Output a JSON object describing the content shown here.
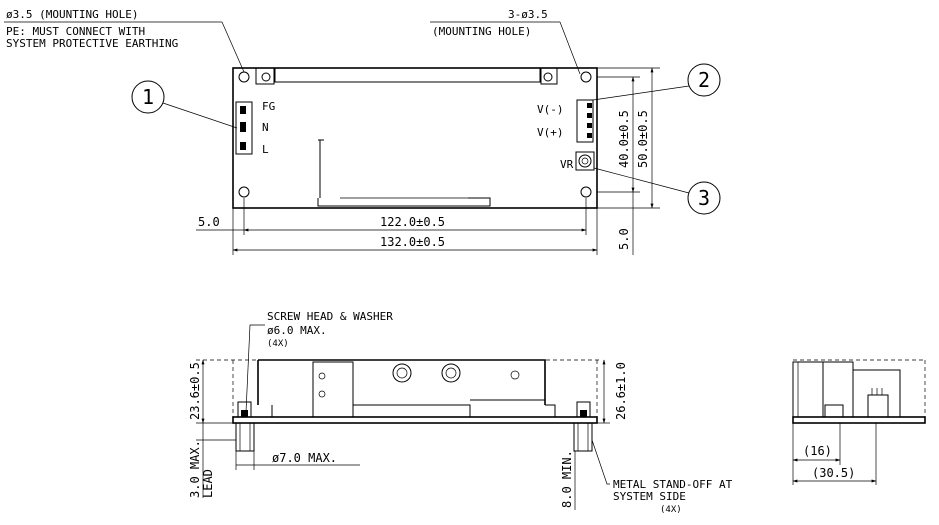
{
  "top_view": {
    "hole_note_left": "ø3.5 (MOUNTING HOLE)",
    "pe_note_line1": "PE: MUST CONNECT WITH",
    "pe_note_line2": "SYSTEM PROTECTIVE EARTHING",
    "hole_note_right_line1": "3-ø3.5",
    "hole_note_right_line2": "(MOUNTING HOLE)",
    "callout_1": "1",
    "callout_2": "2",
    "callout_3": "3",
    "input_labels": [
      "FG",
      "N",
      "L"
    ],
    "output_labels": [
      "V(-)",
      "V(+)"
    ],
    "vr_label": "VR",
    "dim_inner_height": "40.0±0.5",
    "dim_outer_height": "50.0±0.5",
    "dim_bottom_offset": "5.0",
    "dim_left_offset": "5.0",
    "dim_inner_width": "122.0±0.5",
    "dim_outer_width": "132.0±0.5"
  },
  "front_view": {
    "screw_note_line1": "SCREW HEAD & WASHER",
    "screw_note_line2": "ø6.0 MAX.",
    "screw_note_qty": "(4X)",
    "dim_height_left": "23.6±0.5",
    "dim_height_right": "26.6±1.0",
    "dim_lead_line1": "3.0 MAX.",
    "dim_lead_line2": "LEAD",
    "dim_standoff_dia": "ø7.0 MAX.",
    "dim_standoff_len": "8.0 MIN.",
    "standoff_note_line1": "METAL STAND-OFF AT",
    "standoff_note_line2": "SYSTEM SIDE",
    "standoff_note_qty": "(4X)"
  },
  "side_view": {
    "dim_a": "(16)",
    "dim_b": "(30.5)"
  }
}
